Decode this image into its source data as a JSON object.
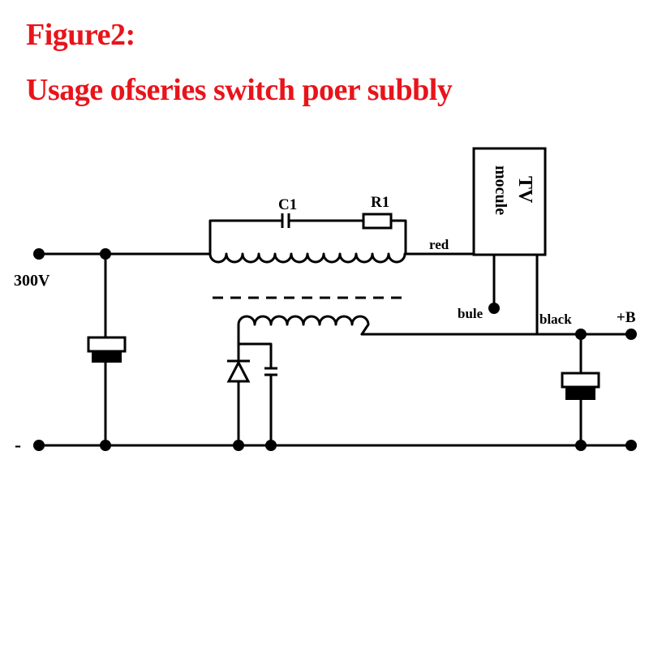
{
  "colors": {
    "title": "#e8141b",
    "ink": "#000000",
    "background": "#ffffff"
  },
  "figure": {
    "title_line1": "Figure2:",
    "title_line2": "Usage ofseries switch poer subbly"
  },
  "labels": {
    "input_voltage": "300V",
    "negative": "-",
    "c1": "C1",
    "r1": "R1",
    "red_wire": "red",
    "blue_wire": "bule",
    "black_wire": "black",
    "plus_b": "+B",
    "tv_module_line1": "TV",
    "tv_module_line2": "mocule"
  }
}
